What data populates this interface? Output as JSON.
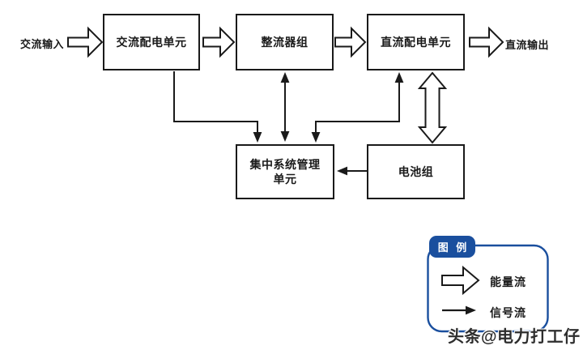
{
  "diagram": {
    "input_label": "交流输入",
    "output_label": "直流输出",
    "boxes": {
      "ac_distribution": "交流配电单元",
      "rectifier": "整流器组",
      "dc_distribution": "直流配电单元",
      "management_line1": "集中系统管理",
      "management_line2": "单元",
      "battery": "电池组"
    }
  },
  "legend": {
    "title": "图 例",
    "items": [
      {
        "symbol": "hollow-arrow",
        "label": "能量流"
      },
      {
        "symbol": "solid-arrow",
        "label": "信号流"
      }
    ]
  },
  "watermark": "头条@电力打工仔",
  "colors": {
    "diagram_line": "#1a1a1a",
    "legend_blue": "#1a4f9e",
    "watermark_text": "#2e2e2e",
    "background": "#ffffff"
  }
}
